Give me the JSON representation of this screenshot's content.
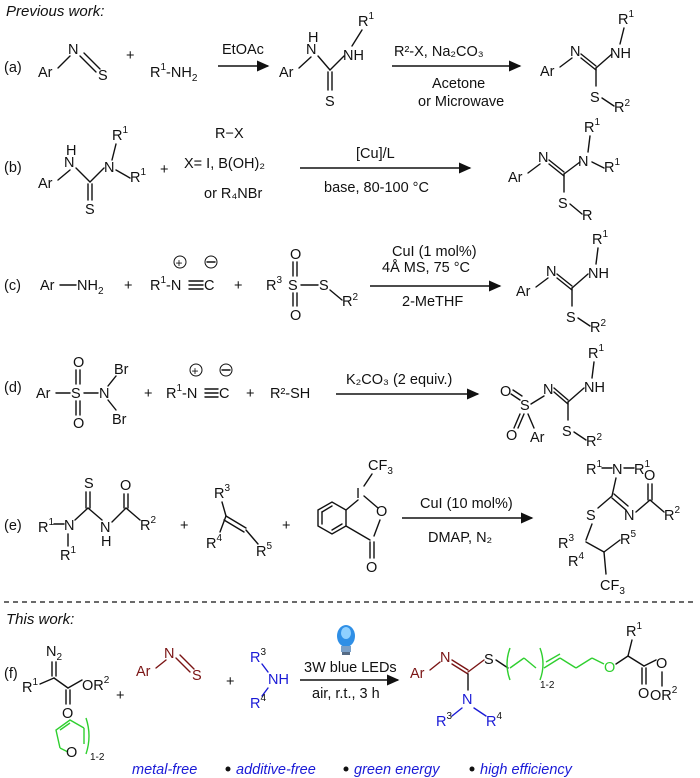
{
  "headers": {
    "previous": "Previous work:",
    "this_work": "This work:"
  },
  "labels": {
    "a": "(a)",
    "b": "(b)",
    "c": "(c)",
    "d": "(d)",
    "e": "(e)",
    "f": "(f)"
  },
  "reaction_a": {
    "reagent_top": "EtOAc",
    "reagent2_top": "R²-X, Na₂CO₃",
    "reagent2_bottom_1": "Acetone",
    "reagent2_bottom_2": "or Microwave"
  },
  "reaction_b": {
    "r_x": "R−X",
    "x_def": "X= I, B(OH)₂",
    "or_def": "or R₄NBr",
    "catalyst": "[Cu]/L",
    "conditions": "base, 80-100 °C"
  },
  "reaction_c": {
    "cond1": "CuI (1 mol%)",
    "cond2": "4Å MS, 75 °C",
    "solvent": "2-MeTHF"
  },
  "reaction_d": {
    "cond": "K₂CO₃ (2 equiv.)",
    "thiol": "R²-SH"
  },
  "reaction_e": {
    "cond1": "CuI (10 mol%)",
    "cond2": "DMAP,  N₂"
  },
  "reaction_f": {
    "cond1": "3W blue LEDs",
    "cond2": "air, r.t., 3 h"
  },
  "features": [
    "metal-free",
    "additive-free",
    "green energy",
    "high efficiency"
  ],
  "colors": {
    "red": "#7a1414",
    "blue": "#1a1ad6",
    "green": "#2fcf2f",
    "bulb": "#2f8fe6"
  },
  "icons": {
    "bulb": "light-bulb-icon"
  }
}
